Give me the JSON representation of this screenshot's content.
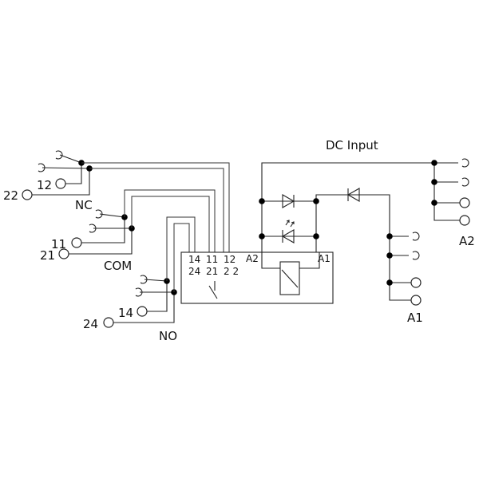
{
  "labels": {
    "dc_input": "DC Input",
    "nc": "NC",
    "com": "COM",
    "no": "NO",
    "a1": "A1",
    "a2": "A2",
    "t22": "22",
    "t12": "12",
    "t21": "21",
    "t11": "11",
    "t24": "24",
    "t14": "14"
  },
  "relay_box": {
    "row1": [
      "14",
      "11",
      "12"
    ],
    "row2": [
      "24",
      "21",
      "2 2"
    ],
    "a2": "A2",
    "a1": "A1"
  }
}
